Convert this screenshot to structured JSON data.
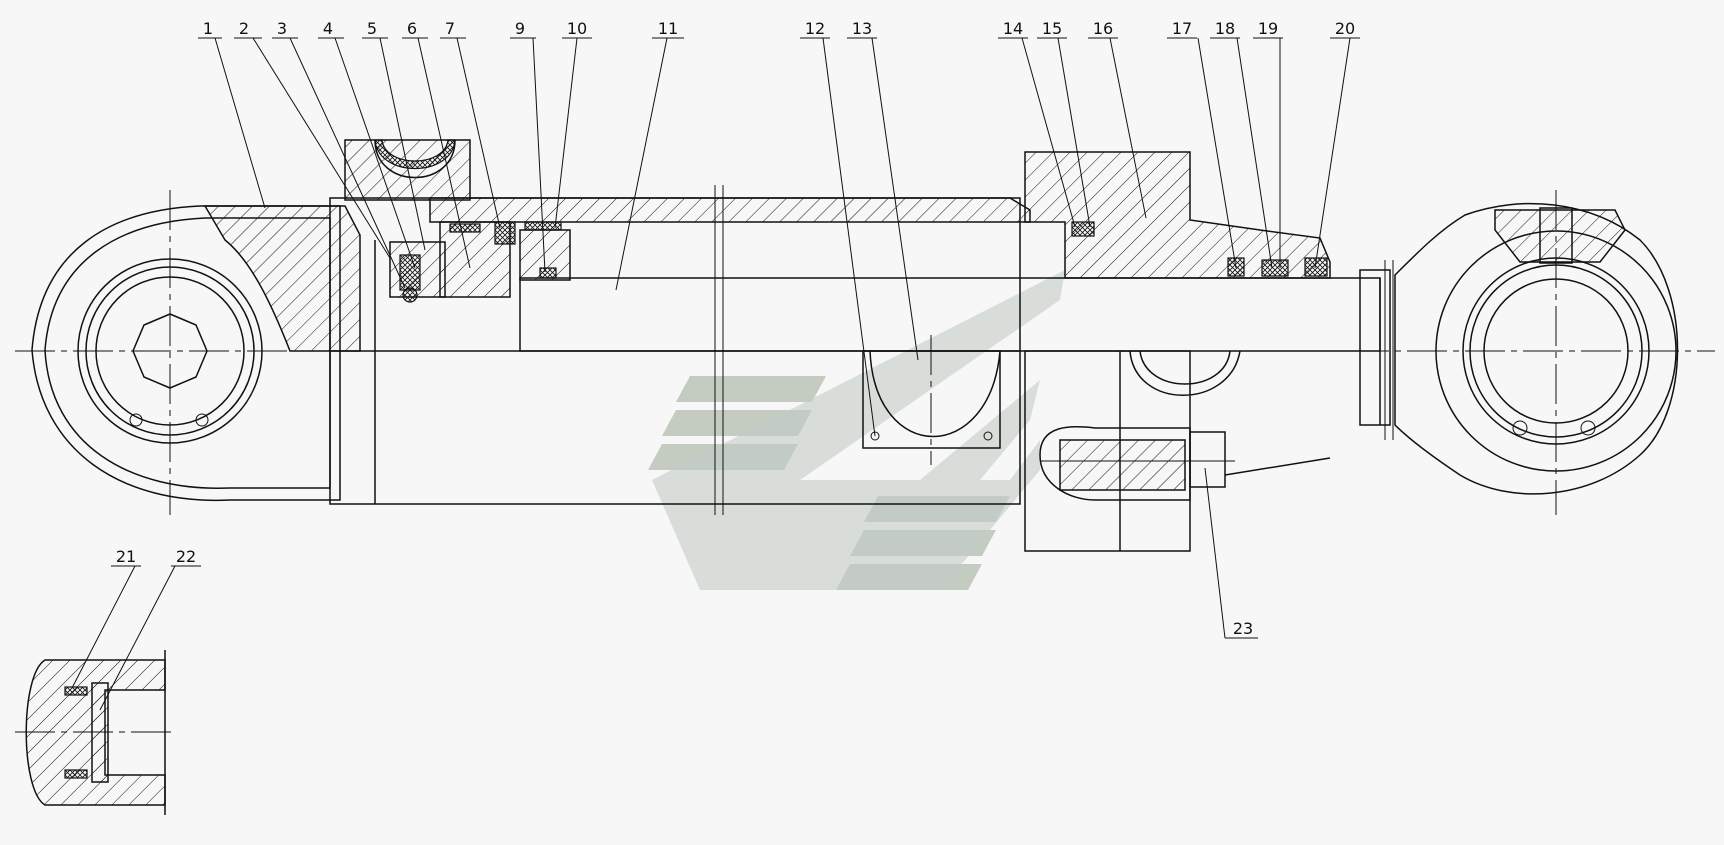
{
  "diagram": {
    "part_labels": [
      "1",
      "2",
      "3",
      "4",
      "5",
      "6",
      "7",
      "9",
      "10",
      "11",
      "12",
      "13",
      "14",
      "15",
      "16",
      "17",
      "18",
      "19",
      "20",
      "21",
      "22",
      "23"
    ]
  }
}
